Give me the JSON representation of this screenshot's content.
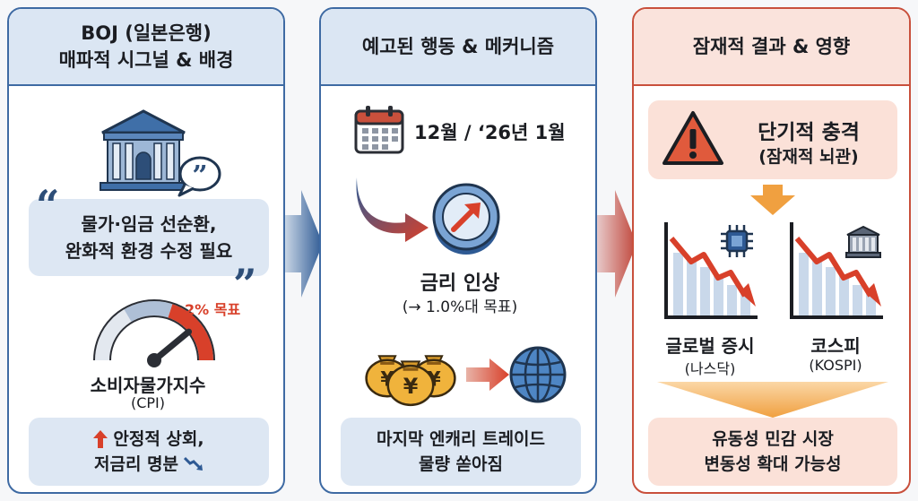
{
  "panel1": {
    "title_line1": "BOJ (일본은행)",
    "title_line2": "매파적 시그널 & 배경",
    "quote_line1": "물가·임금 선순환,",
    "quote_line2": "완화적 환경 수정 필요",
    "gauge_target": "2% 목표",
    "cpi_label": "소비자물가지수",
    "cpi_sub": "(CPI)",
    "bottom_line1": "안정적 상회,",
    "bottom_line2": "저금리 명분"
  },
  "panel2": {
    "title": "예고된 행동 & 메커니즘",
    "date_text": "12월 / ‘26년 1월",
    "rate_label": "금리 인상",
    "rate_sub": "(→ 1.0%대 목표)",
    "yen_symbol": "¥",
    "bottom_line1": "마지막 엔캐리 트레이드",
    "bottom_line2": "물량 쏟아짐"
  },
  "panel3": {
    "title": "잠재적 결과 & 영향",
    "shock_title": "단기적 충격",
    "shock_sub": "(잠재적 뇌관)",
    "chart1_label": "글로벌 증시",
    "chart1_sub": "(나스닥)",
    "chart2_label": "코스피",
    "chart2_sub": "(KOSPI)",
    "bottom_line1": "유동성 민감 시장",
    "bottom_line2": "변동성 확대 가능성"
  },
  "colors": {
    "blue_border": "#3e6aa3",
    "red_border": "#c9503c",
    "blue_fill": "#dde7f3",
    "pink_fill": "#fbe1d8",
    "accent_red": "#d8402a"
  },
  "icons": [
    "bank-icon",
    "speech-bubble-icon",
    "quote-open-icon",
    "quote-close-icon",
    "gauge-icon",
    "up-arrow-icon",
    "down-arrow-icon",
    "calendar-icon",
    "curved-arrow-icon",
    "coin-up-icon",
    "money-bags-icon",
    "globe-icon",
    "warning-icon",
    "chip-icon",
    "bank-small-icon",
    "declining-chart-icon"
  ],
  "gauge": {
    "level_percent": 78
  }
}
